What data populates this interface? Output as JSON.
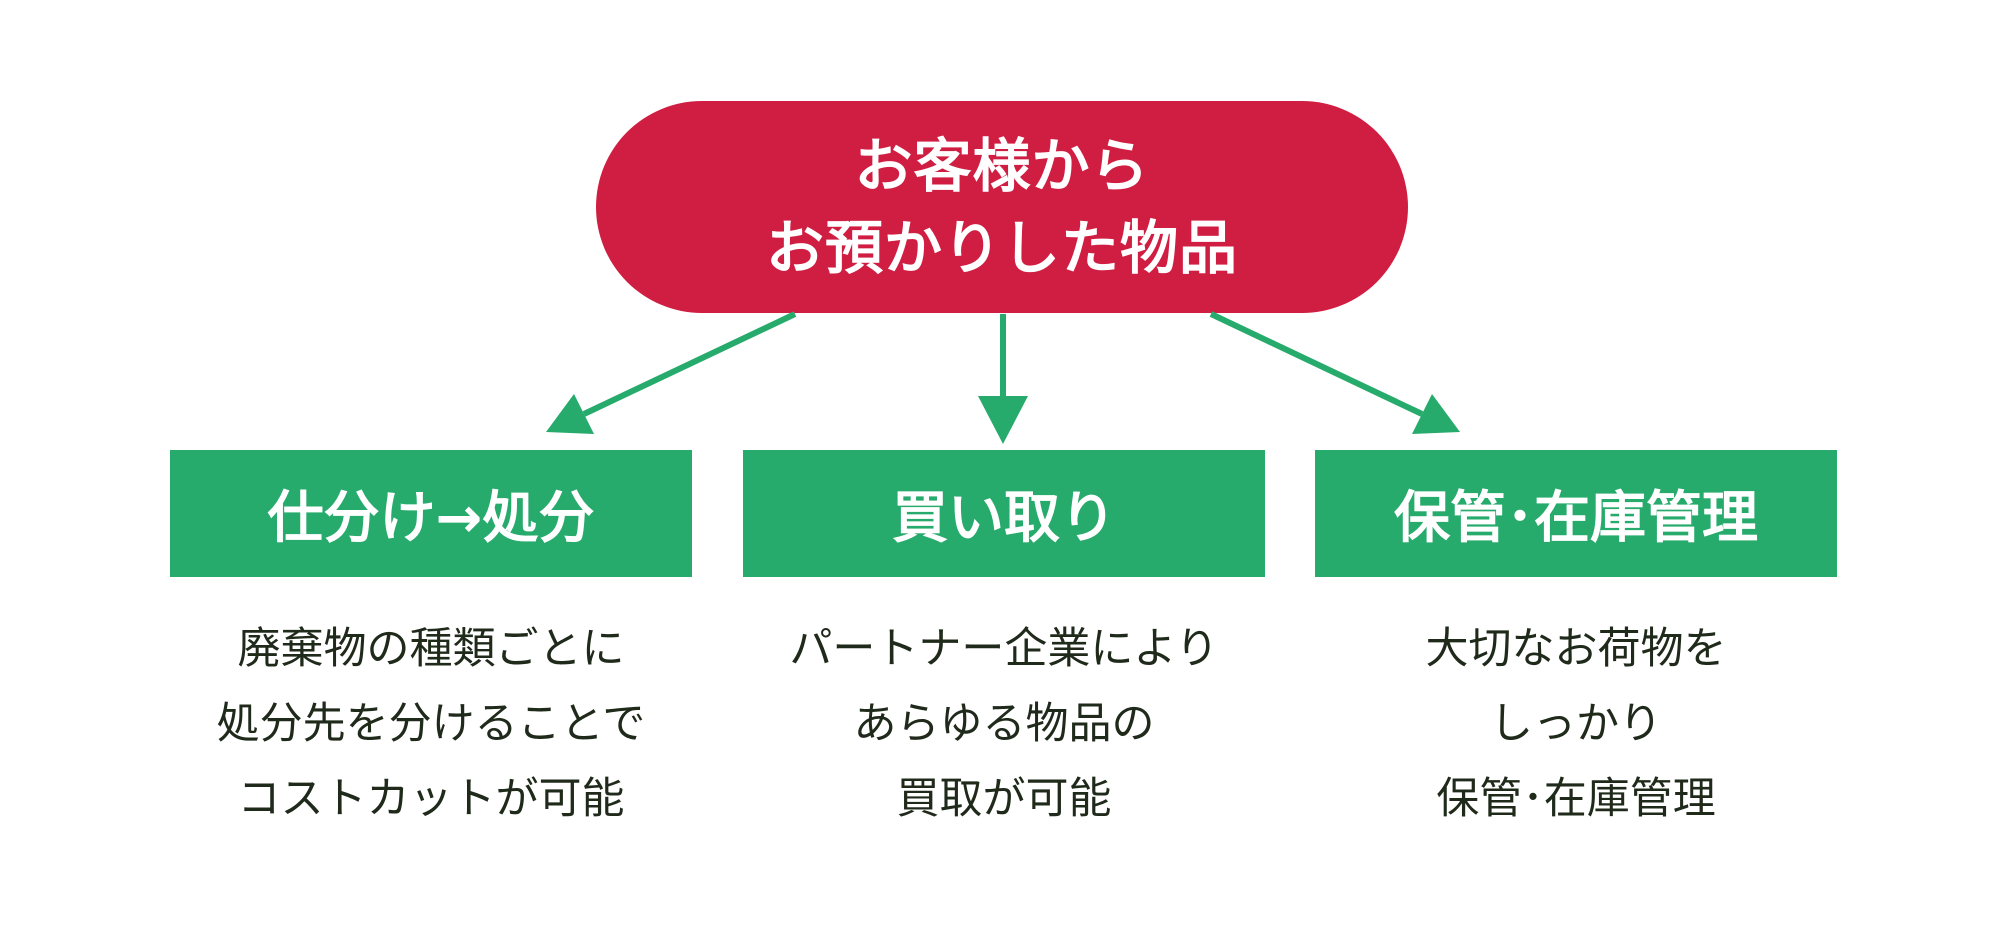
{
  "colors": {
    "root_fill": "#d01e42",
    "branch_fill": "#27ab6c",
    "arrow": "#27ab6c",
    "text_dark": "#1f2a1b",
    "text_light": "#ffffff"
  },
  "root": {
    "lines": [
      "お客様から",
      "お預かりした物品"
    ]
  },
  "branches": [
    {
      "title": "仕分け→処分",
      "description": [
        "廃棄物の種類ごとに",
        "処分先を分けることで",
        "コストカットが可能"
      ]
    },
    {
      "title": "買い取り",
      "description": [
        "パートナー企業により",
        "あらゆる物品の",
        "買取が可能"
      ]
    },
    {
      "title": "保管･在庫管理",
      "description": [
        "大切なお荷物を",
        "しっかり",
        "保管･在庫管理"
      ]
    }
  ]
}
